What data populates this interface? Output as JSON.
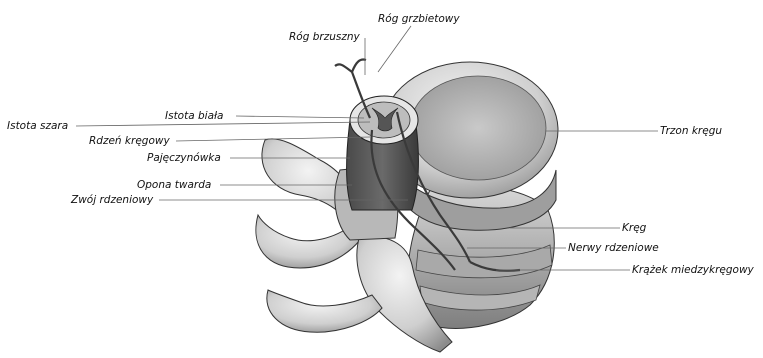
{
  "labels": {
    "rog_grzbietowy": "Róg grzbietowy",
    "rog_brzuszny": "Róg brzuszny",
    "istota_szara": "Istota szara",
    "istota_biala": "Istota biała",
    "rdzen_kregowy": "Rdzeń kręgowy",
    "pajeczynowka": "Pajęczynówka",
    "opona_twarda": "Opona twarda",
    "zwoj_rdzeniowy": "Zwój rdzeniowy",
    "trzon_kregu": "Trzon kręgu",
    "kreg": "Kręg",
    "nerwy_rdzeniowe": "Nerwy rdzeniowe",
    "krazek_miedzykregowy": "Krążek miedzykręgowy"
  }
}
